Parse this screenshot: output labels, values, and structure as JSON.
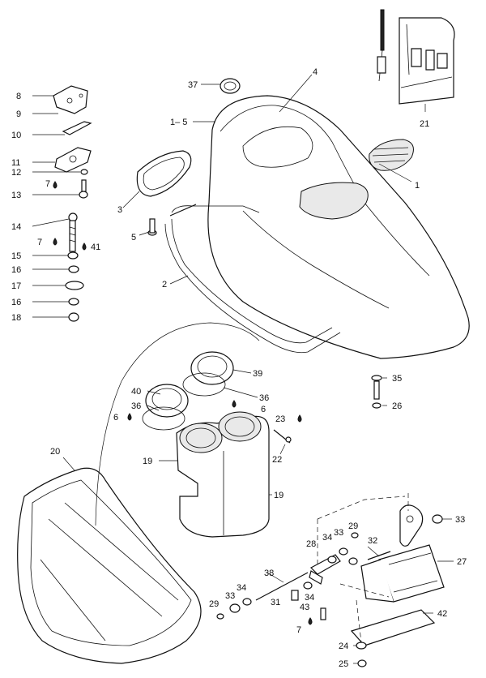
{
  "callouts": {
    "c1": "1",
    "c2": "2",
    "c3": "3",
    "c4": "4",
    "c1_5": "1– 5",
    "c5": "5",
    "c6a": "6",
    "c6b": "6",
    "c7a": "7",
    "c7b": "7",
    "c7c": "7",
    "c8": "8",
    "c9": "9",
    "c10": "10",
    "c11": "11",
    "c12": "12",
    "c13": "13",
    "c14": "14",
    "c15": "15",
    "c16a": "16",
    "c16b": "16",
    "c17": "17",
    "c18": "18",
    "c19a": "19",
    "c19b": "19",
    "c20": "20",
    "c21": "21",
    "c22": "22",
    "c23": "23",
    "c24": "24",
    "c25": "25",
    "c26": "26",
    "c27": "27",
    "c28": "28",
    "c29a": "29",
    "c29b": "29",
    "c31": "31",
    "c32": "32",
    "c33a": "33",
    "c33b": "33",
    "c33c": "33",
    "c34a": "34",
    "c34b": "34",
    "c34c": "34",
    "c35": "35",
    "c36a": "36",
    "c36b": "36",
    "c37": "37",
    "c38": "38",
    "c39": "39",
    "c40": "40",
    "c41": "41",
    "c42": "42",
    "c43": "43"
  },
  "icons": [
    "drop-icon",
    "arrow-icon"
  ],
  "colors": {
    "ink": "#111111",
    "paper": "#ffffff",
    "shade": "#e9e9e9"
  }
}
